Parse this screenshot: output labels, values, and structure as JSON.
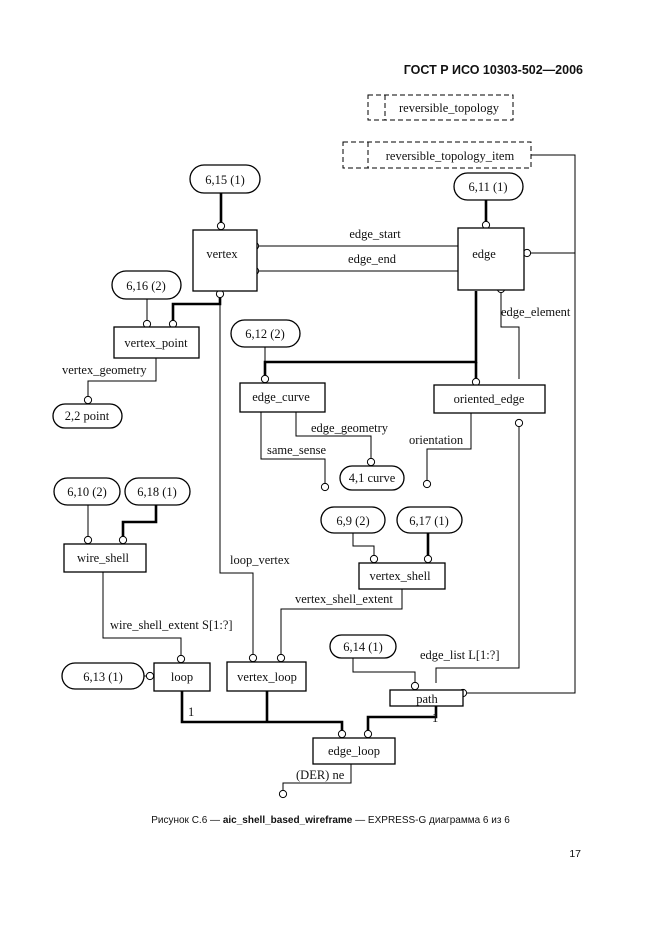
{
  "page": {
    "header": "ГОСТ Р ИСО 10303-502—2006",
    "caption_prefix": "Рисунок С.6 — ",
    "caption_schema": "aic_shell_based_wireframe",
    "caption_suffix": " — EXPRESS-G диаграмма 6 из 6",
    "page_number": "17"
  },
  "entities": {
    "reversible_topology": "reversible_topology",
    "reversible_topology_item": "reversible_topology_item",
    "vertex": "vertex",
    "edge": "edge",
    "vertex_point": "vertex_point",
    "edge_curve": "edge_curve",
    "oriented_edge": "oriented_edge",
    "wire_shell": "wire_shell",
    "vertex_shell": "vertex_shell",
    "loop": "loop",
    "vertex_loop": "vertex_loop",
    "path": "path",
    "edge_loop": "edge_loop"
  },
  "page_refs": {
    "r_6_15": "6,15 (1)",
    "r_6_11": "6,11 (1)",
    "r_6_16": "6,16 (2)",
    "r_6_12": "6,12 (2)",
    "r_2_2": "2,2 point",
    "r_4_1": "4,1 curve",
    "r_6_10": "6,10 (2)",
    "r_6_18": "6,18 (1)",
    "r_6_9": "6,9 (2)",
    "r_6_17": "6,17 (1)",
    "r_6_13": "6,13 (1)",
    "r_6_14": "6,14 (1)"
  },
  "attributes": {
    "edge_start": "edge_start",
    "edge_end": "edge_end",
    "edge_element": "edge_element",
    "vertex_geometry": "vertex_geometry",
    "edge_geometry": "edge_geometry",
    "same_sense": "same_sense",
    "orientation": "orientation",
    "loop_vertex": "loop_vertex",
    "vertex_shell_extent": "vertex_shell_extent",
    "wire_shell_extent": "wire_shell_extent S[1:?]",
    "edge_list": "edge_list L[1:?]",
    "der_ne": "(DER) ne",
    "one_left": "1",
    "one_right": "1"
  }
}
